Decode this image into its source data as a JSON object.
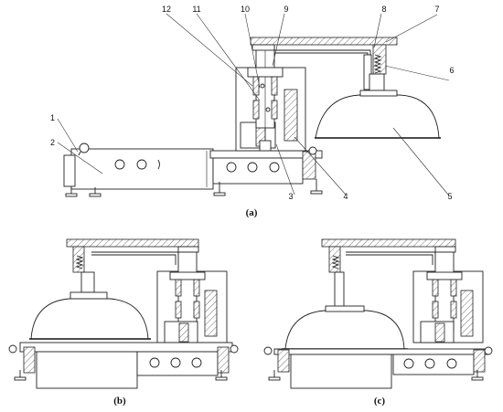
{
  "panels": [
    {
      "id": "a",
      "caption": "(a)"
    },
    {
      "id": "b",
      "caption": "(b)"
    },
    {
      "id": "c",
      "caption": "(c)"
    }
  ],
  "callouts": [
    "1",
    "2",
    "3",
    "4",
    "5",
    "6",
    "7",
    "8",
    "9",
    "10",
    "11",
    "12"
  ]
}
